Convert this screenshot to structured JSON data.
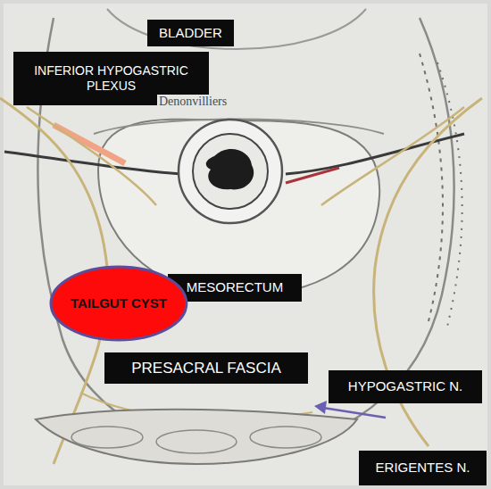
{
  "diagram": {
    "nodes": [
      {
        "text": [
          "BLADDER"
        ]
      },
      {
        "text": [
          "INFERIOR HYPOGASTRIC PLEXUS"
        ]
      },
      {
        "text": [
          "MESORECTUM"
        ]
      },
      {
        "text": [
          "TAILGUT CYST"
        ]
      },
      {
        "text": [
          "PRESACRAL FASCIA"
        ]
      },
      {
        "text": [
          "HYPOGASTRIC N."
        ]
      },
      {
        "text": [
          "ERIGENTES N."
        ]
      }
    ],
    "labels": [
      "Denonvilliers"
    ]
  }
}
